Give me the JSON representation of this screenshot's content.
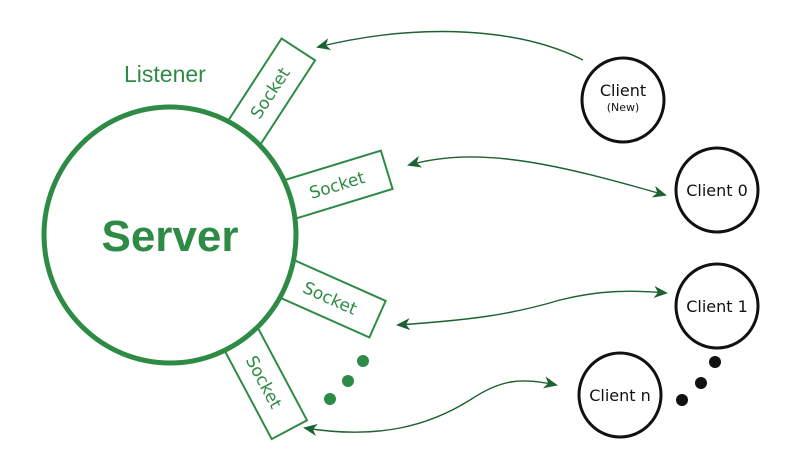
{
  "diagram": {
    "title": "Server with multiple client sockets",
    "colors": {
      "primary_green": "#2e8b45",
      "arrow_green": "#1e6130",
      "client_stroke": "#111111",
      "background": "#ffffff"
    },
    "server": {
      "label": "Server"
    },
    "listener": {
      "label": "Listener"
    },
    "sockets": [
      {
        "id": "socket-listener",
        "label": "Socket"
      },
      {
        "id": "socket-0",
        "label": "Socket"
      },
      {
        "id": "socket-1",
        "label": "Socket"
      },
      {
        "id": "socket-n",
        "label": "Socket"
      }
    ],
    "clients": [
      {
        "id": "client-new",
        "label": "Client",
        "sublabel": "(New)"
      },
      {
        "id": "client-0",
        "label": "Client 0"
      },
      {
        "id": "client-1",
        "label": "Client 1"
      },
      {
        "id": "client-n",
        "label": "Client n"
      }
    ],
    "connections": [
      {
        "from": "client-new",
        "to": "socket-listener",
        "direction": "one-way"
      },
      {
        "from": "socket-0",
        "to": "client-0",
        "direction": "bidirectional"
      },
      {
        "from": "socket-1",
        "to": "client-1",
        "direction": "bidirectional"
      },
      {
        "from": "socket-n",
        "to": "client-n",
        "direction": "bidirectional"
      }
    ],
    "ellipsis": {
      "sockets_side": "more sockets",
      "clients_side": "more clients"
    }
  }
}
